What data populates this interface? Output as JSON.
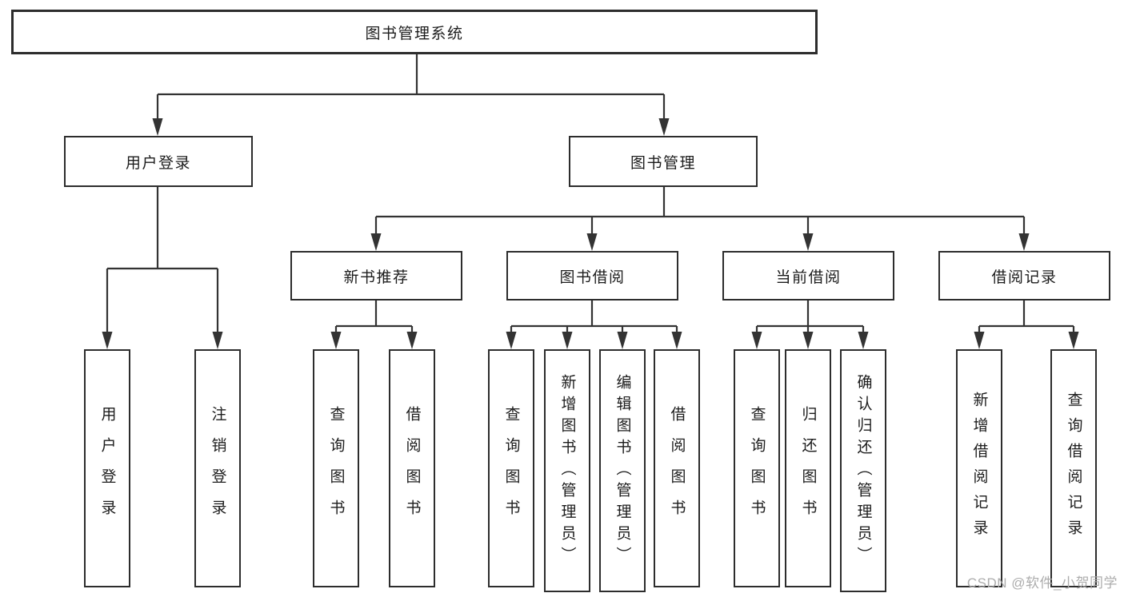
{
  "tree": {
    "label": "图书管理系统",
    "children": [
      {
        "label": "用户登录",
        "children": [
          {
            "label": "用户登录"
          },
          {
            "label": "注销登录"
          }
        ]
      },
      {
        "label": "图书管理",
        "children": [
          {
            "label": "新书推荐",
            "children": [
              {
                "label": "查询图书"
              },
              {
                "label": "借阅图书"
              }
            ]
          },
          {
            "label": "图书借阅",
            "children": [
              {
                "label": "查询图书"
              },
              {
                "label": "新增图书（管理员）"
              },
              {
                "label": "编辑图书（管理员）"
              },
              {
                "label": "借阅图书"
              }
            ]
          },
          {
            "label": "当前借阅",
            "children": [
              {
                "label": "查询图书"
              },
              {
                "label": "归还图书"
              },
              {
                "label": "确认归还（管理员）"
              }
            ]
          },
          {
            "label": "借阅记录",
            "children": [
              {
                "label": "新增借阅记录"
              },
              {
                "label": "查询借阅记录"
              }
            ]
          }
        ]
      }
    ]
  },
  "watermark": {
    "text": "CSDN @软件_小贺同学"
  },
  "colors": {
    "line": "#333333",
    "box_border": "#2d2d2d",
    "text": "#1c1c1c",
    "watermark": "#acacac",
    "background": "#ffffff"
  }
}
